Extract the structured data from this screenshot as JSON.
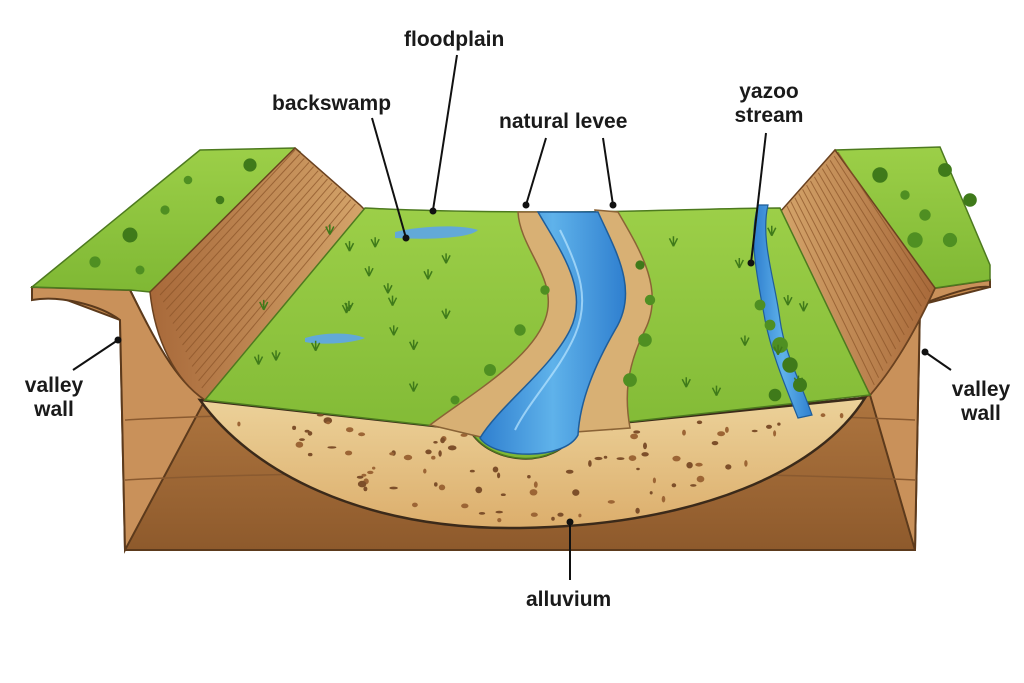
{
  "diagram": {
    "labels": {
      "floodplain": "floodplain",
      "backswamp": "backswamp",
      "natural_levee": "natural levee",
      "yazoo_stream_line1": "yazoo",
      "yazoo_stream_line2": "stream",
      "valley_wall_left_line1": "valley",
      "valley_wall_left_line2": "wall",
      "valley_wall_right_line1": "valley",
      "valley_wall_right_line2": "wall",
      "alluvium": "alluvium"
    },
    "colors": {
      "grass": "#8cc43a",
      "grass_dark": "#5f9a2a",
      "soil": "#b6773f",
      "soil_dark": "#7a4a22",
      "alluvium": "#e7c48a",
      "water": "#3d8fd6",
      "water_light": "#8fd0f2",
      "leader": "#111111"
    }
  }
}
